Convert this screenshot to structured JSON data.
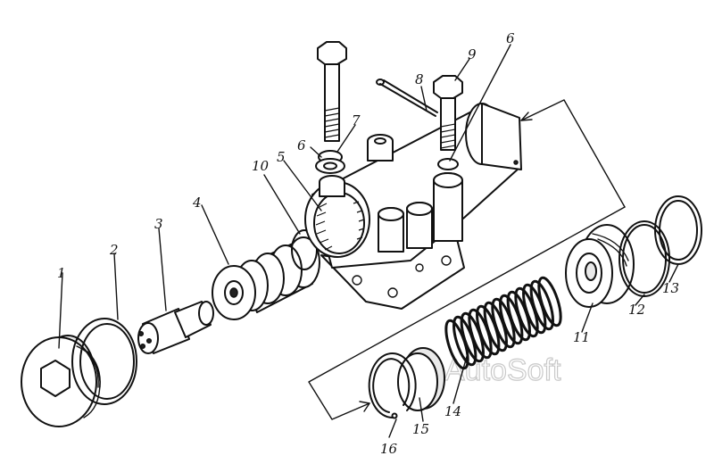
{
  "labels": {
    "l1": "1",
    "l2": "2",
    "l3": "3",
    "l4": "4",
    "l5": "5",
    "l6a": "6",
    "l6b": "6",
    "l7": "7",
    "l8": "8",
    "l9": "9",
    "l10": "10",
    "l11": "11",
    "l12": "12",
    "l13": "13",
    "l14": "14",
    "l15": "15",
    "l16": "16"
  },
  "watermark": "AutoSoft"
}
